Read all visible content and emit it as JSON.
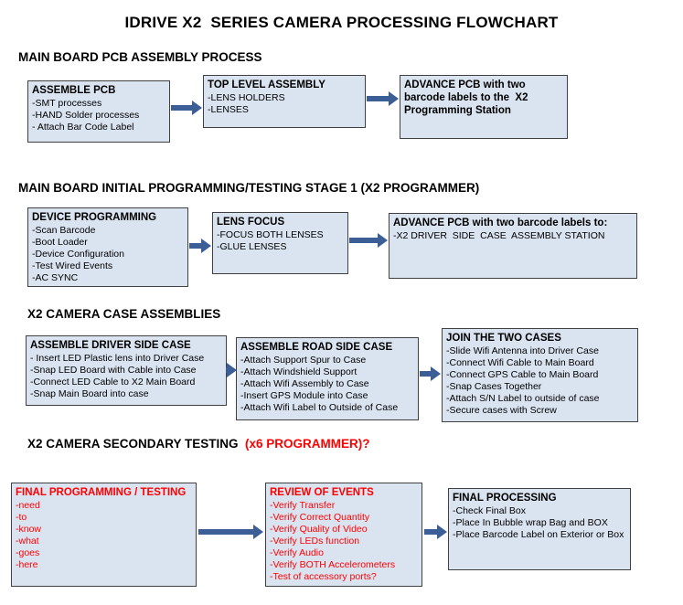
{
  "title": "IDRIVE X2  SERIES CAMERA PROCESSING FLOWCHART",
  "colors": {
    "background": "#ffffff",
    "box_fill": "#dae3f0",
    "box_border": "#404040",
    "arrow": "#3c5e96",
    "red_text": "#ff0000",
    "text": "#000000"
  },
  "sections": [
    {
      "header": "MAIN BOARD PCB ASSEMBLY PROCESS",
      "boxes": [
        {
          "title": "ASSEMBLE PCB",
          "items": [
            "-SMT processes",
            "-HAND Solder processes",
            "- Attach Bar Code Label"
          ]
        },
        {
          "title": "TOP LEVEL ASSEMBLY",
          "items": [
            "-LENS HOLDERS",
            "-LENSES"
          ]
        },
        {
          "title": "ADVANCE PCB with two barcode labels to the  X2 Programming Station",
          "items": []
        }
      ]
    },
    {
      "header": "MAIN BOARD INITIAL PROGRAMMING/TESTING STAGE 1 (X2 PROGRAMMER)",
      "boxes": [
        {
          "title": "DEVICE PROGRAMMING",
          "items": [
            "-Scan Barcode",
            "-Boot Loader",
            "-Device Configuration",
            "-Test Wired Events",
            "-AC SYNC"
          ]
        },
        {
          "title": "LENS FOCUS",
          "items": [
            "-FOCUS BOTH LENSES",
            "-GLUE LENSES"
          ]
        },
        {
          "title": "ADVANCE PCB with two barcode labels to:",
          "items": [
            "-X2 DRIVER  SIDE  CASE  ASSEMBLY STATION"
          ]
        }
      ]
    },
    {
      "header": "X2 CAMERA CASE ASSEMBLIES",
      "boxes": [
        {
          "title": "ASSEMBLE DRIVER SIDE CASE",
          "items": [
            "- Insert LED Plastic lens into Driver Case",
            "-Snap LED Board with Cable into Case",
            "-Connect LED Cable to X2 Main Board",
            "-Snap Main Board into case"
          ]
        },
        {
          "title": "ASSEMBLE ROAD SIDE CASE",
          "items": [
            "-Attach Support Spur to Case",
            "-Attach Windshield Support",
            "-Attach Wifi Assembly to Case",
            "-Insert GPS Module into Case",
            "-Attach Wifi Label to Outside of Case"
          ]
        },
        {
          "title": "JOIN THE TWO CASES",
          "items": [
            "-Slide Wifi Antenna into Driver Case",
            "-Connect Wifi Cable to Main Board",
            "-Connect GPS Cable to Main Board",
            "-Snap Cases Together",
            "-Attach S/N Label to outside of case",
            "-Secure cases with Screw"
          ]
        }
      ]
    },
    {
      "header": "X2 CAMERA SECONDARY TESTING",
      "header_suffix": "  (x6 PROGRAMMER)?",
      "boxes": [
        {
          "title": "FINAL PROGRAMMING / TESTING",
          "items": [
            "-need",
            "-to",
            "-know",
            "-what",
            "-goes",
            "-here"
          ]
        },
        {
          "title": "REVIEW OF EVENTS",
          "items": [
            "-Verify Transfer",
            "-Verify Correct Quantity",
            "-Verify Quality of Video",
            "-Verify LEDs function",
            "-Verify Audio",
            "-Verify BOTH Accelerometers",
            "-Test of accessory ports?"
          ]
        },
        {
          "title": "FINAL PROCESSING",
          "items": [
            "-Check Final Box",
            "-Place In Bubble wrap Bag and BOX",
            "-Place Barcode Label on Exterior or Box"
          ]
        }
      ]
    }
  ]
}
